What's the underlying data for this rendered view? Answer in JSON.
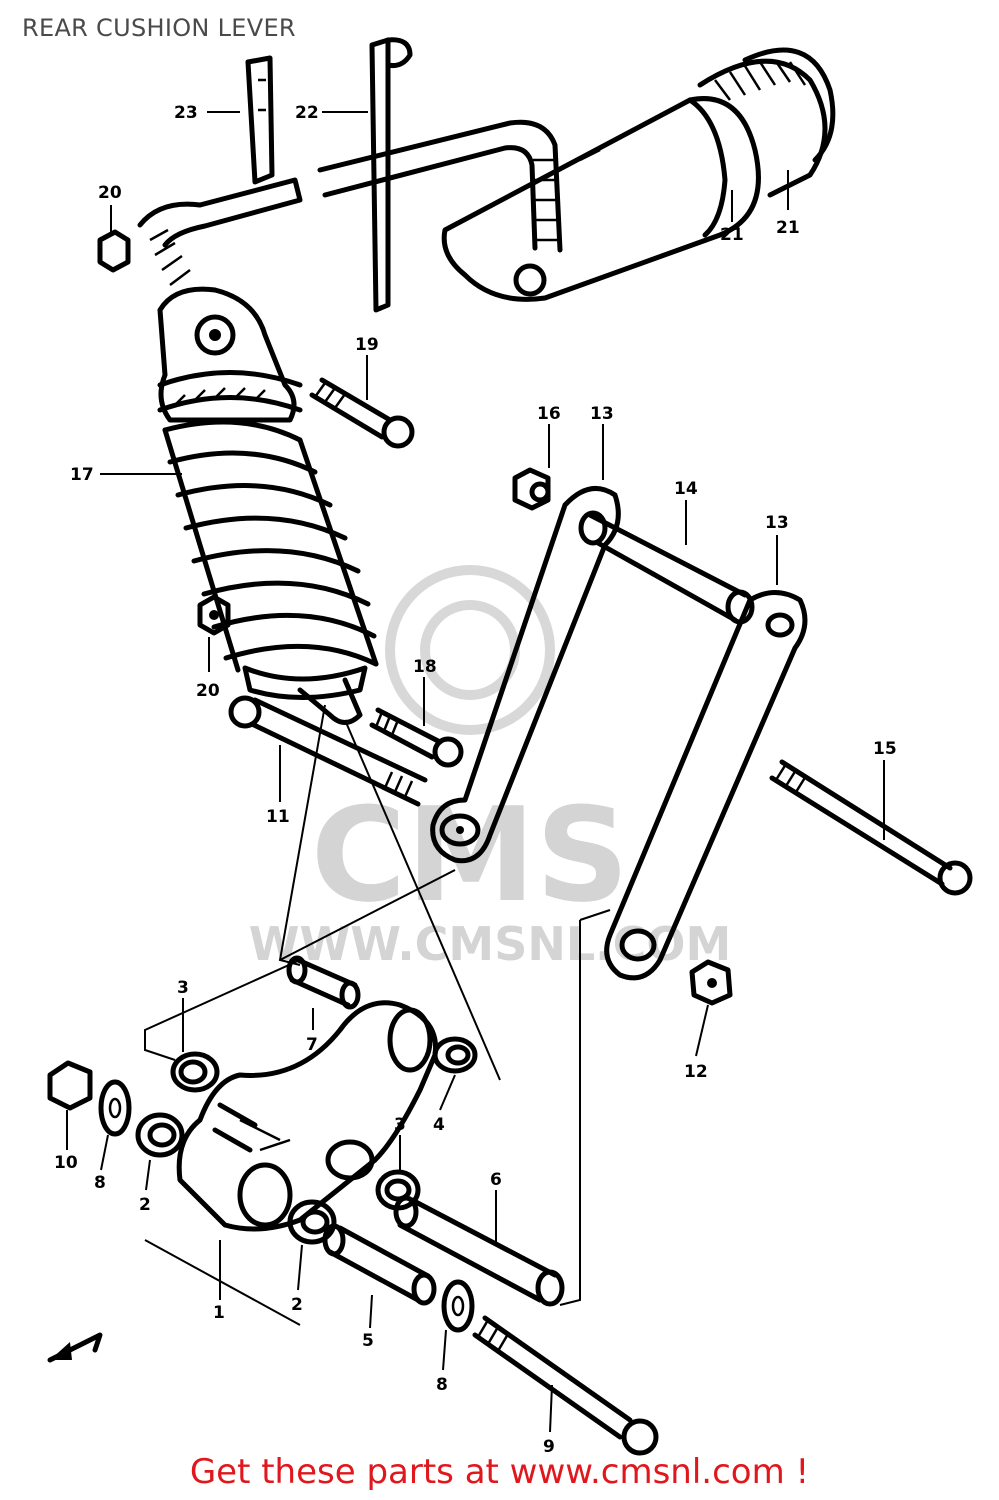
{
  "title": "REAR CUSHION LEVER",
  "watermark": {
    "text_main": "CMS",
    "text_url": "WWW.CMSNL.COM"
  },
  "footer": {
    "cta": "Get these parts at www.cmsnl.com !",
    "color": "#e0181e"
  },
  "diagram": {
    "callouts": [
      {
        "id": "c23",
        "label": "23"
      },
      {
        "id": "c22",
        "label": "22"
      },
      {
        "id": "c20a",
        "label": "20"
      },
      {
        "id": "c21a",
        "label": "21"
      },
      {
        "id": "c21b",
        "label": "21"
      },
      {
        "id": "c19",
        "label": "19"
      },
      {
        "id": "c16",
        "label": "16"
      },
      {
        "id": "c13a",
        "label": "13"
      },
      {
        "id": "c14",
        "label": "14"
      },
      {
        "id": "c13b",
        "label": "13"
      },
      {
        "id": "c17",
        "label": "17"
      },
      {
        "id": "c20b",
        "label": "20"
      },
      {
        "id": "c18",
        "label": "18"
      },
      {
        "id": "c11",
        "label": "11"
      },
      {
        "id": "c15",
        "label": "15"
      },
      {
        "id": "c12",
        "label": "12"
      },
      {
        "id": "c3a",
        "label": "3"
      },
      {
        "id": "c7",
        "label": "7"
      },
      {
        "id": "c4",
        "label": "4"
      },
      {
        "id": "c10",
        "label": "10"
      },
      {
        "id": "c8a",
        "label": "8"
      },
      {
        "id": "c3b",
        "label": "3"
      },
      {
        "id": "c2a",
        "label": "2"
      },
      {
        "id": "c6",
        "label": "6"
      },
      {
        "id": "c1",
        "label": "1"
      },
      {
        "id": "c2b",
        "label": "2"
      },
      {
        "id": "c5",
        "label": "5"
      },
      {
        "id": "c8b",
        "label": "8"
      },
      {
        "id": "c9",
        "label": "9"
      }
    ]
  }
}
